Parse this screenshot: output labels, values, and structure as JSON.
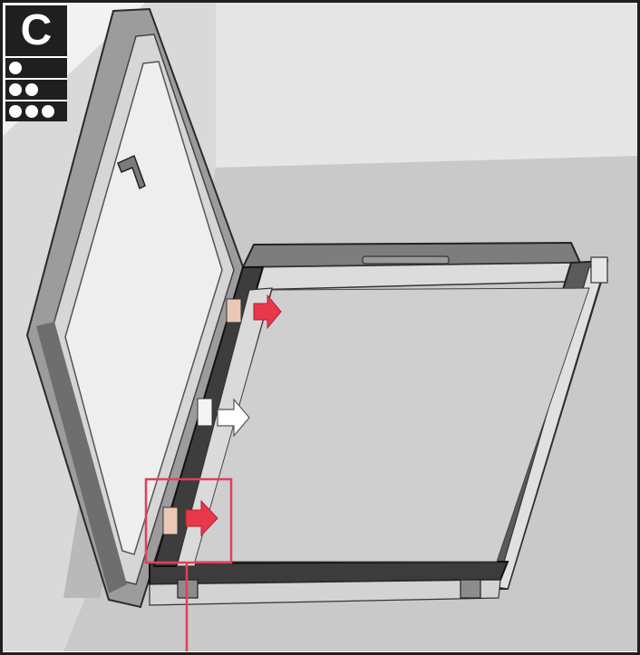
{
  "badge": {
    "letter": "C",
    "dot_rows": [
      1,
      2,
      3
    ]
  },
  "colors": {
    "frame": "#1f1f1f",
    "sash_grey": "#8a8a8a",
    "floor_grey": "#c8c8c8",
    "wall_light": "#e4e4e4",
    "arrow_red": "#e8394b",
    "highlight_box": "#e0405a",
    "arrow_white": "#ffffff"
  },
  "markers": {
    "upper_arrow": "red",
    "middle_arrow": "white",
    "lower_arrow": "red",
    "lower_highlight": "boxed"
  }
}
